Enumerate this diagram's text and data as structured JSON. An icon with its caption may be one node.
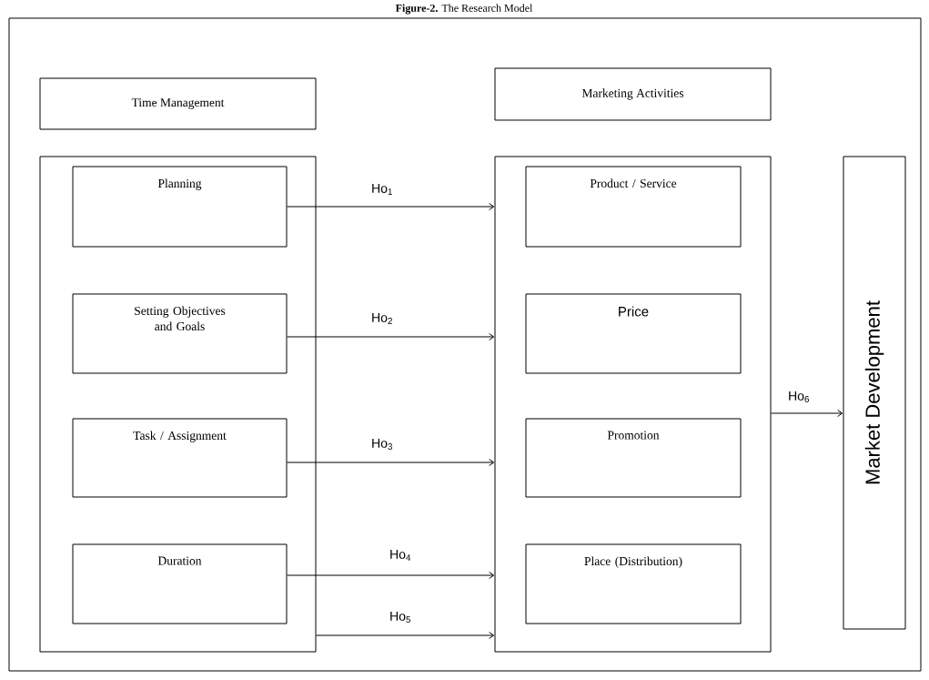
{
  "diagram": {
    "title": "**Figure-2.** The Research Model",
    "nodes": [
      {
        "text": [
          "Time Management"
        ]
      },
      {
        "text": [
          "Marketing Activities"
        ]
      },
      {
        "text": [],
        "shape": "box"
      },
      {
        "text": [
          "Planning"
        ],
        "in": 2
      },
      {
        "text": [
          "Setting Objectives and Goals"
        ],
        "in": 2
      },
      {
        "text": [
          "Task / Assignment"
        ],
        "in": 2
      },
      {
        "text": [
          "Duration"
        ],
        "in": 2
      },
      {
        "text": [],
        "shape": "box"
      },
      {
        "text": [
          "Product / Service"
        ],
        "in": 7
      },
      {
        "text": [
          "Price"
        ],
        "in": 7
      },
      {
        "text": [
          "Promotion"
        ],
        "in": 7
      },
      {
        "text": [
          "Place (Distribution)"
        ],
        "in": 7
      },
      {
        "text": [
          "Market Development"
        ]
      }
    ],
    "edges": [
      {
        "from": 3,
        "to": 7,
        "arrow": "to",
        "label": "Ho$_{1}$"
      },
      {
        "from": 4,
        "to": 7,
        "arrow": "to",
        "label": "Ho$_{2}$"
      },
      {
        "from": 5,
        "to": 7,
        "arrow": "to",
        "label": "Ho$_{3}$"
      },
      {
        "from": 6,
        "to": 7,
        "arrow": "to",
        "label": "Ho$_{4}$"
      },
      {
        "from": 2,
        "to": 7,
        "arrow": "to",
        "label": "Ho$_{5}$"
      },
      {
        "from": 7,
        "to": 12,
        "arrow": "to",
        "label": "Ho$_{6}$"
      }
    ]
  }
}
